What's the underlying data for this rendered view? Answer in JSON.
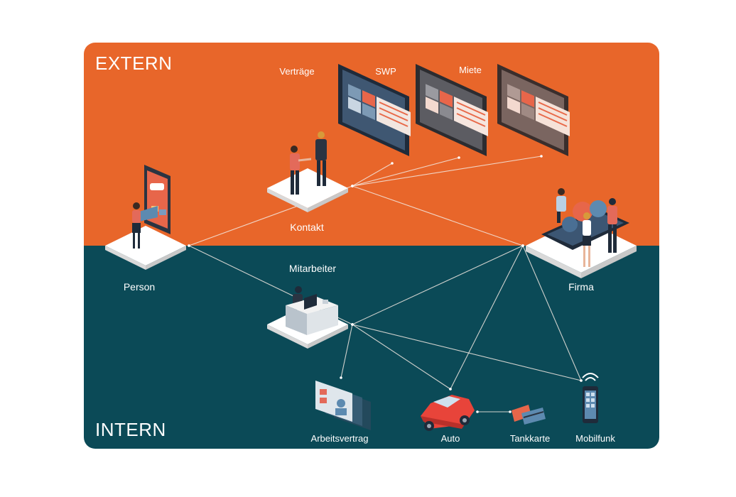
{
  "zones": {
    "extern_label": "EXTERN",
    "intern_label": "INTERN",
    "extern_color": "#e8662a",
    "intern_color": "#0b4a57"
  },
  "nodes": {
    "person": "Person",
    "kontakt": "Kontakt",
    "mitarbeiter": "Mitarbeiter",
    "firma": "Firma",
    "vertraege": "Verträge",
    "swp": "SWP",
    "miete": "Miete",
    "arbeitsvertrag": "Arbeitsvertrag",
    "auto": "Auto",
    "tankkarte": "Tankkarte",
    "mobilfunk": "Mobilfunk"
  },
  "edges": [
    [
      "person",
      "kontakt"
    ],
    [
      "person",
      "mitarbeiter"
    ],
    [
      "kontakt",
      "vertraege"
    ],
    [
      "kontakt",
      "swp"
    ],
    [
      "kontakt",
      "miete"
    ],
    [
      "kontakt",
      "firma"
    ],
    [
      "mitarbeiter",
      "firma"
    ],
    [
      "mitarbeiter",
      "arbeitsvertrag"
    ],
    [
      "mitarbeiter",
      "auto"
    ],
    [
      "mitarbeiter",
      "mobilfunk"
    ],
    [
      "firma",
      "auto"
    ],
    [
      "firma",
      "mobilfunk"
    ],
    [
      "auto",
      "tankkarte"
    ]
  ],
  "icons": {
    "person": "person-phone-icon",
    "kontakt": "handshake-icon",
    "mitarbeiter": "employee-desk-icon",
    "firma": "company-team-icon",
    "contracts": "contract-screen-icon",
    "arbeitsvertrag": "employment-contract-icon",
    "auto": "car-icon",
    "tankkarte": "fuel-card-icon",
    "mobilfunk": "mobile-phone-icon"
  }
}
